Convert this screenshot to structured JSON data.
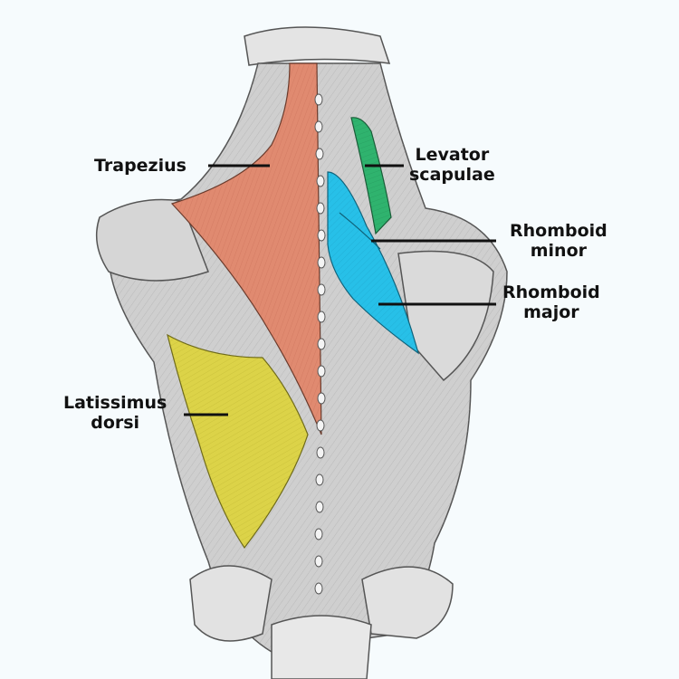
{
  "labels": {
    "trapezius": "Trapezius",
    "levator_scapulae": [
      "Levator",
      "scapulae"
    ],
    "rhomboid_minor": [
      "Rhomboid",
      "minor"
    ],
    "rhomboid_major": [
      "Rhomboid",
      "major"
    ],
    "latissimus_dorsi": [
      "Latissimus",
      "dorsi"
    ]
  },
  "colors": {
    "background": "#f6fbfd",
    "trapezius": "#e08a70",
    "levator_scapulae": "#2fb36e",
    "rhomboid": "#27c0e8",
    "latissimus_dorsi": "#dcd348",
    "bone": "#dcdcdc",
    "muscle_gray": "#c9c9c9",
    "ink": "#111111"
  }
}
